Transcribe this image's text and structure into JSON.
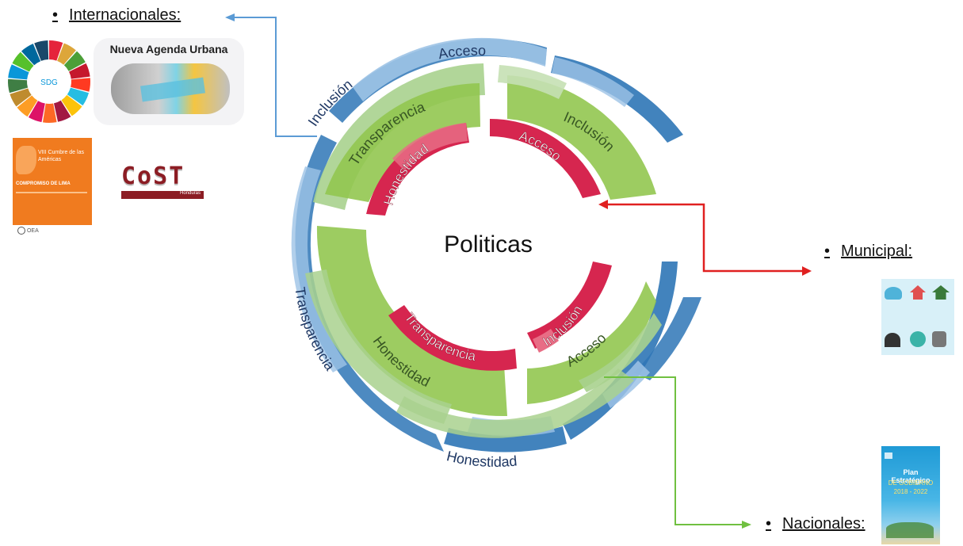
{
  "center_label": "Politicas",
  "outer_ring": {
    "segments": [
      "Acceso",
      "Inclusión",
      "Transparencia",
      "Honestidad"
    ],
    "color": "#2e75b6"
  },
  "middle_ring": {
    "segments": [
      "Transparencia",
      "Inclusión",
      "Honestidad",
      "Acceso"
    ],
    "color": "#92c650"
  },
  "inner_ring": {
    "segments": [
      "Honestidad",
      "Acceso",
      "Transparencia",
      "Inclusión"
    ],
    "color": "#d6264f"
  },
  "sections": {
    "internacionales": {
      "label": "Internacionales:"
    },
    "municipal": {
      "label": "Municipal:"
    },
    "nacionales": {
      "label": "Nacionales:"
    }
  },
  "logos": {
    "agenda": "Nueva Agenda Urbana",
    "sdg_center": "SDG",
    "cumbre_title": "VIII Cumbre de las Américas",
    "cumbre_sub": "COMPROMISO DE LIMA",
    "oea": "OEA",
    "cost": "CoST",
    "cost_sub": "Honduras",
    "plan_title": "Plan Estratégico",
    "plan_sub": "DE GOBIERNO",
    "plan_years": "2018 - 2022"
  },
  "colors": {
    "arrow_blue": "#5b9bd5",
    "arrow_red": "#e02020",
    "arrow_green": "#70c040"
  }
}
